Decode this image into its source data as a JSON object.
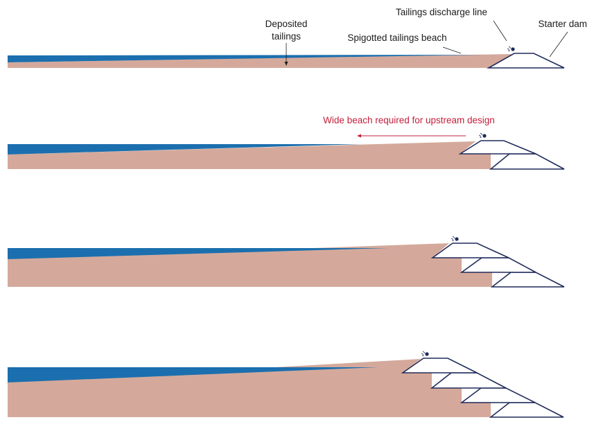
{
  "colors": {
    "water": "#1b6fae",
    "tailings": "#d4a99b",
    "dam_stroke": "#1f2a5a",
    "dam_fill": "#ffffff",
    "discharge_dot": "#1f2a5a",
    "leader": "#1a1a1a",
    "highlight": "#c41e3a"
  },
  "labels": {
    "deposited_tailings_line1": "Deposited",
    "deposited_tailings_line2": "tailings",
    "spigotted_beach": "Spigotted tailings beach",
    "discharge_line": "Tailings discharge line",
    "starter_dam": "Starter dam",
    "wide_beach": "Wide beach required for upstream design"
  },
  "stages": [
    {
      "name": "stage-1-starter-dam",
      "raises": 0
    },
    {
      "name": "stage-2-first-raise",
      "raises": 1
    },
    {
      "name": "stage-3-second-raise",
      "raises": 2
    },
    {
      "name": "stage-4-third-raise",
      "raises": 3
    }
  ]
}
